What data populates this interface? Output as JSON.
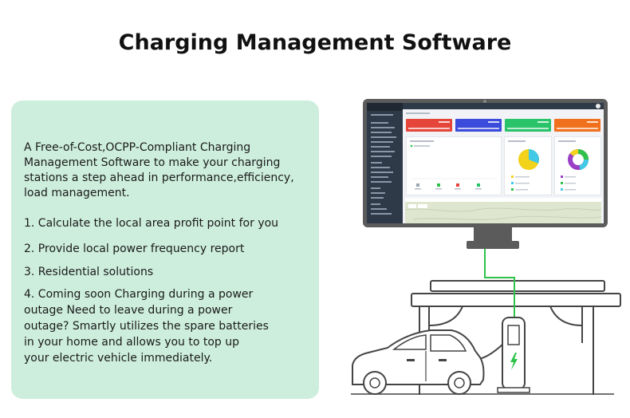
{
  "header": {
    "title": "Charging Management Software"
  },
  "panel": {
    "intro_lines": [
      "A Free-of-Cost,OCPP-Compliant Charging",
      "Management Software to make your charging",
      "stations a step ahead in performance,efficiency,",
      "load management."
    ],
    "item1": "1. Calculate the local area profit point for you",
    "item2": "2. Provide local power frequency report",
    "item3": "3. Residential solutions",
    "item4_lines": [
      "4. Coming soon Charging during a power",
      "outage Need to leave during a power",
      "outage? Smartly utilizes the spare batteries",
      "in your home and allows you to top up",
      "your electric vehicle immediately."
    ]
  },
  "colors": {
    "panel_bg": "#cdeedd",
    "accent_green": "#2fc24a",
    "card_red": "#e6463a",
    "card_blue": "#3b4bdc",
    "card_green": "#29c36a",
    "card_orange": "#f1701d",
    "pie_yellow": "#f3d21b",
    "pie_cyan": "#43c8e5",
    "donut_purple": "#9b3fc7"
  },
  "icons": [
    "monitor-icon",
    "charging-station-icon",
    "electric-car-icon",
    "lightning-bolt-icon"
  ]
}
